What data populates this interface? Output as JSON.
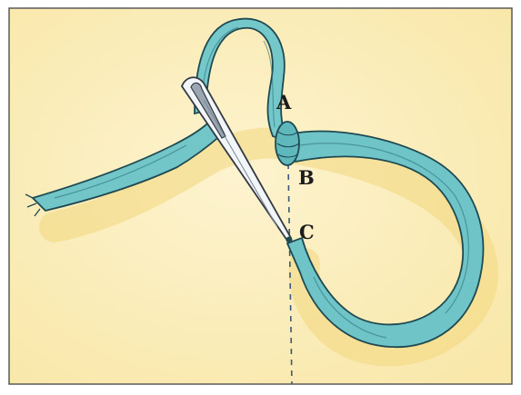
{
  "diagram": {
    "labels": {
      "a": "A",
      "b": "B",
      "c": "C"
    },
    "colors": {
      "paper": "#fbefc4",
      "paper_shadow": "#f4dc86",
      "thread": "#6ec4c6",
      "thread_dark": "#2a6f78",
      "thread_edge": "#1f4a52",
      "needle": "#eef3f6",
      "needle_edge": "#334",
      "border": "#555555",
      "dashed_line": "#3a5a78"
    },
    "icons": [
      "needle-icon",
      "thread-icon"
    ]
  }
}
